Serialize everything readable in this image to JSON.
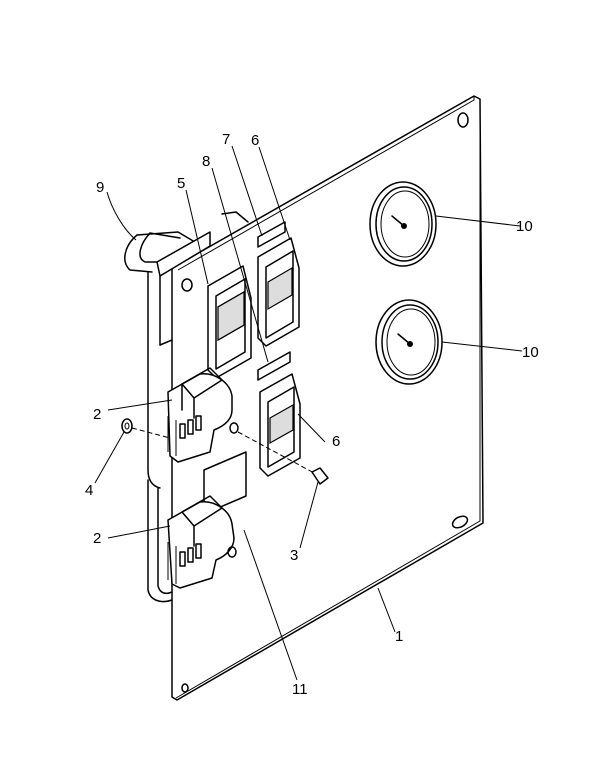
{
  "callouts": {
    "c1": "1",
    "c2a": "2",
    "c2b": "2",
    "c3": "3",
    "c4": "4",
    "c5": "5",
    "c6a": "6",
    "c6b": "6",
    "c7": "7",
    "c8": "8",
    "c9": "9",
    "c10a": "10",
    "c10b": "10",
    "c11": "11"
  }
}
